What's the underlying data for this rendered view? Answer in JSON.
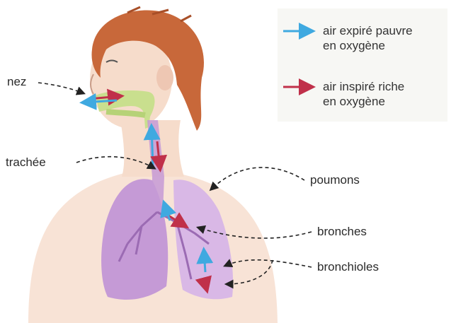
{
  "legend": {
    "exhaled": {
      "line1": "air expiré pauvre",
      "line2": "en oxygène",
      "color": "#3fa9e0"
    },
    "inhaled": {
      "line1": "air inspiré riche",
      "line2": "en oxygène",
      "color": "#c0304a"
    }
  },
  "labels": {
    "nose": "nez",
    "trachea": "trachée",
    "lungs": "poumons",
    "bronchi": "bronches",
    "bronchioles": "bronchioles"
  },
  "colors": {
    "hair": "#c8683a",
    "skin": "#f6dccb",
    "airway": "#c9df8e",
    "lung": "#c59ad6",
    "lung_dark": "#9b6bb3"
  }
}
